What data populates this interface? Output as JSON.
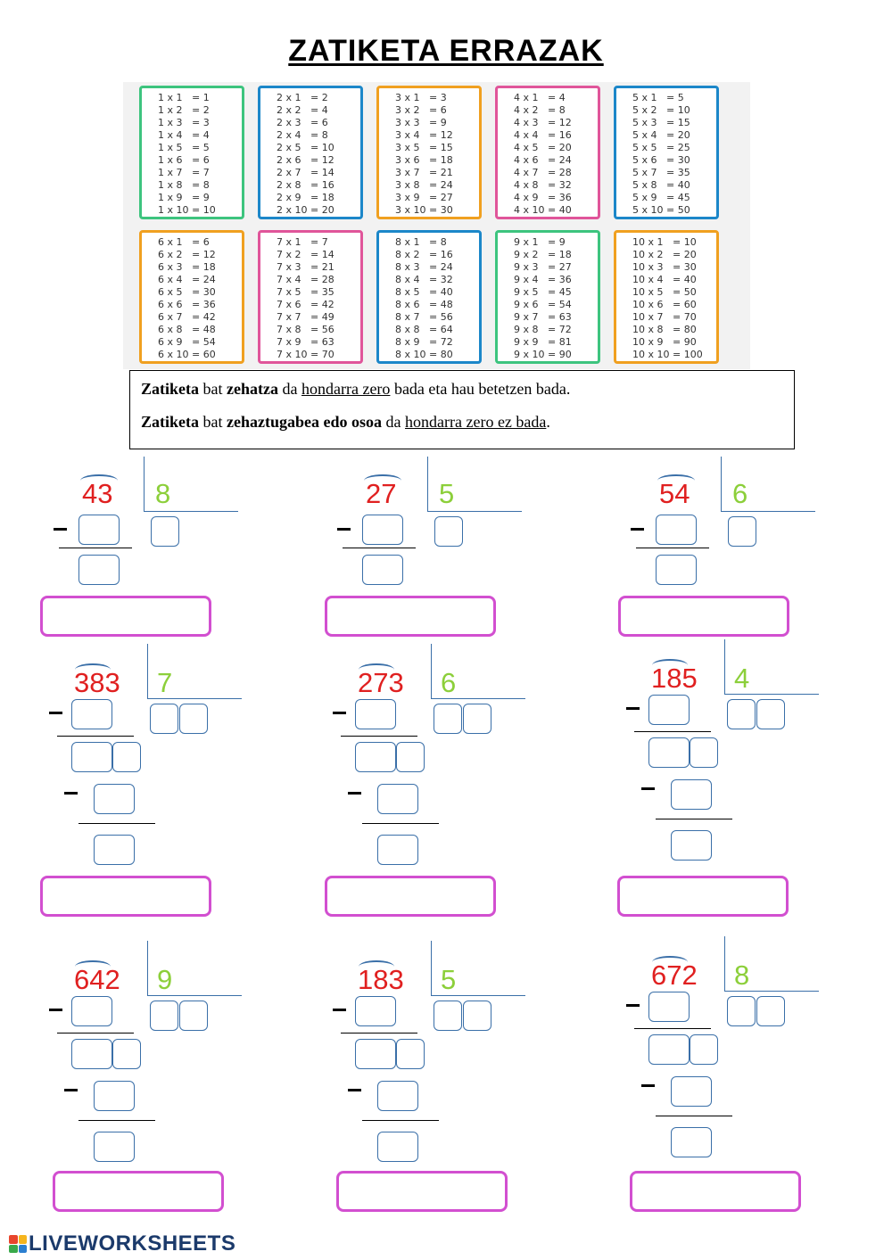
{
  "title": "ZATIKETA ERRAZAK",
  "tables": [
    {
      "border": "#3dc47e",
      "lines": [
        "1 x 1   = 1",
        "1 x 2   = 2",
        "1 x 3   = 3",
        "1 x 4   = 4",
        "1 x 5   = 5",
        "1 x 6   = 6",
        "1 x 7   = 7",
        "1 x 8   = 8",
        "1 x 9   = 9",
        "1 x 10 = 10"
      ]
    },
    {
      "border": "#1c87c9",
      "lines": [
        "2 x 1   = 2",
        "2 x 2   = 4",
        "2 x 3   = 6",
        "2 x 4   = 8",
        "2 x 5   = 10",
        "2 x 6   = 12",
        "2 x 7   = 14",
        "2 x 8   = 16",
        "2 x 9   = 18",
        "2 x 10 = 20"
      ]
    },
    {
      "border": "#f0a020",
      "lines": [
        "3 x 1   = 3",
        "3 x 2   = 6",
        "3 x 3   = 9",
        "3 x 4   = 12",
        "3 x 5   = 15",
        "3 x 6   = 18",
        "3 x 7   = 21",
        "3 x 8   = 24",
        "3 x 9   = 27",
        "3 x 10 = 30"
      ]
    },
    {
      "border": "#e0559a",
      "lines": [
        "4 x 1   = 4",
        "4 x 2   = 8",
        "4 x 3   = 12",
        "4 x 4   = 16",
        "4 x 5   = 20",
        "4 x 6   = 24",
        "4 x 7   = 28",
        "4 x 8   = 32",
        "4 x 9   = 36",
        "4 x 10 = 40"
      ]
    },
    {
      "border": "#1c87c9",
      "lines": [
        "5 x 1   = 5",
        "5 x 2   = 10",
        "5 x 3   = 15",
        "5 x 4   = 20",
        "5 x 5   = 25",
        "5 x 6   = 30",
        "5 x 7   = 35",
        "5 x 8   = 40",
        "5 x 9   = 45",
        "5 x 10 = 50"
      ]
    },
    {
      "border": "#f0a020",
      "lines": [
        "6 x 1   = 6",
        "6 x 2   = 12",
        "6 x 3   = 18",
        "6 x 4   = 24",
        "6 x 5   = 30",
        "6 x 6   = 36",
        "6 x 7   = 42",
        "6 x 8   = 48",
        "6 x 9   = 54",
        "6 x 10 = 60"
      ]
    },
    {
      "border": "#e0559a",
      "lines": [
        "7 x 1   = 7",
        "7 x 2   = 14",
        "7 x 3   = 21",
        "7 x 4   = 28",
        "7 x 5   = 35",
        "7 x 6   = 42",
        "7 x 7   = 49",
        "7 x 8   = 56",
        "7 x 9   = 63",
        "7 x 10 = 70"
      ]
    },
    {
      "border": "#1c87c9",
      "lines": [
        "8 x 1   = 8",
        "8 x 2   = 16",
        "8 x 3   = 24",
        "8 x 4   = 32",
        "8 x 5   = 40",
        "8 x 6   = 48",
        "8 x 7   = 56",
        "8 x 8   = 64",
        "8 x 9   = 72",
        "8 x 10 = 80"
      ]
    },
    {
      "border": "#3dc47e",
      "lines": [
        "9 x 1   = 9",
        "9 x 2   = 18",
        "9 x 3   = 27",
        "9 x 4   = 36",
        "9 x 5   = 45",
        "9 x 6   = 54",
        "9 x 7   = 63",
        "9 x 8   = 72",
        "9 x 9   = 81",
        "9 x 10 = 90"
      ]
    },
    {
      "border": "#f0a020",
      "lines": [
        "10 x 1   = 10",
        "10 x 2   = 20",
        "10 x 3   = 30",
        "10 x 4   = 40",
        "10 x 5   = 50",
        "10 x 6   = 60",
        "10 x 7   = 70",
        "10 x 8   = 80",
        "10 x 9   = 90",
        "10 x 10 = 100"
      ]
    }
  ],
  "definitions": {
    "line1": {
      "w1": "Zatiketa",
      "t1": " bat ",
      "w2": "zehatza",
      "t2": " da ",
      "u": "hondarra zero",
      "t3": " bada eta hau betetzen bada."
    },
    "line2": {
      "w1": "Zatiketa",
      "t1": " bat ",
      "w2": "zehaztugabea edo osoa",
      "t2": " da ",
      "u": "hondarra zero ez bada",
      "t3": "."
    }
  },
  "exercises": [
    {
      "dividend": "43",
      "divisor": "8"
    },
    {
      "dividend": "27",
      "divisor": "5"
    },
    {
      "dividend": "54",
      "divisor": "6"
    },
    {
      "dividend": "383",
      "divisor": "7"
    },
    {
      "dividend": "273",
      "divisor": "6"
    },
    {
      "dividend": "185",
      "divisor": "4"
    },
    {
      "dividend": "642",
      "divisor": "9"
    },
    {
      "dividend": "183",
      "divisor": "5"
    },
    {
      "dividend": "672",
      "divisor": "8"
    }
  ],
  "footer": {
    "brand": "LIVEWORKSHEETS"
  },
  "colors": {
    "dividend": "#e02020",
    "divisor": "#8ccf3a",
    "answer_box": "#d24fd0",
    "lines": "#3a6fa8"
  }
}
